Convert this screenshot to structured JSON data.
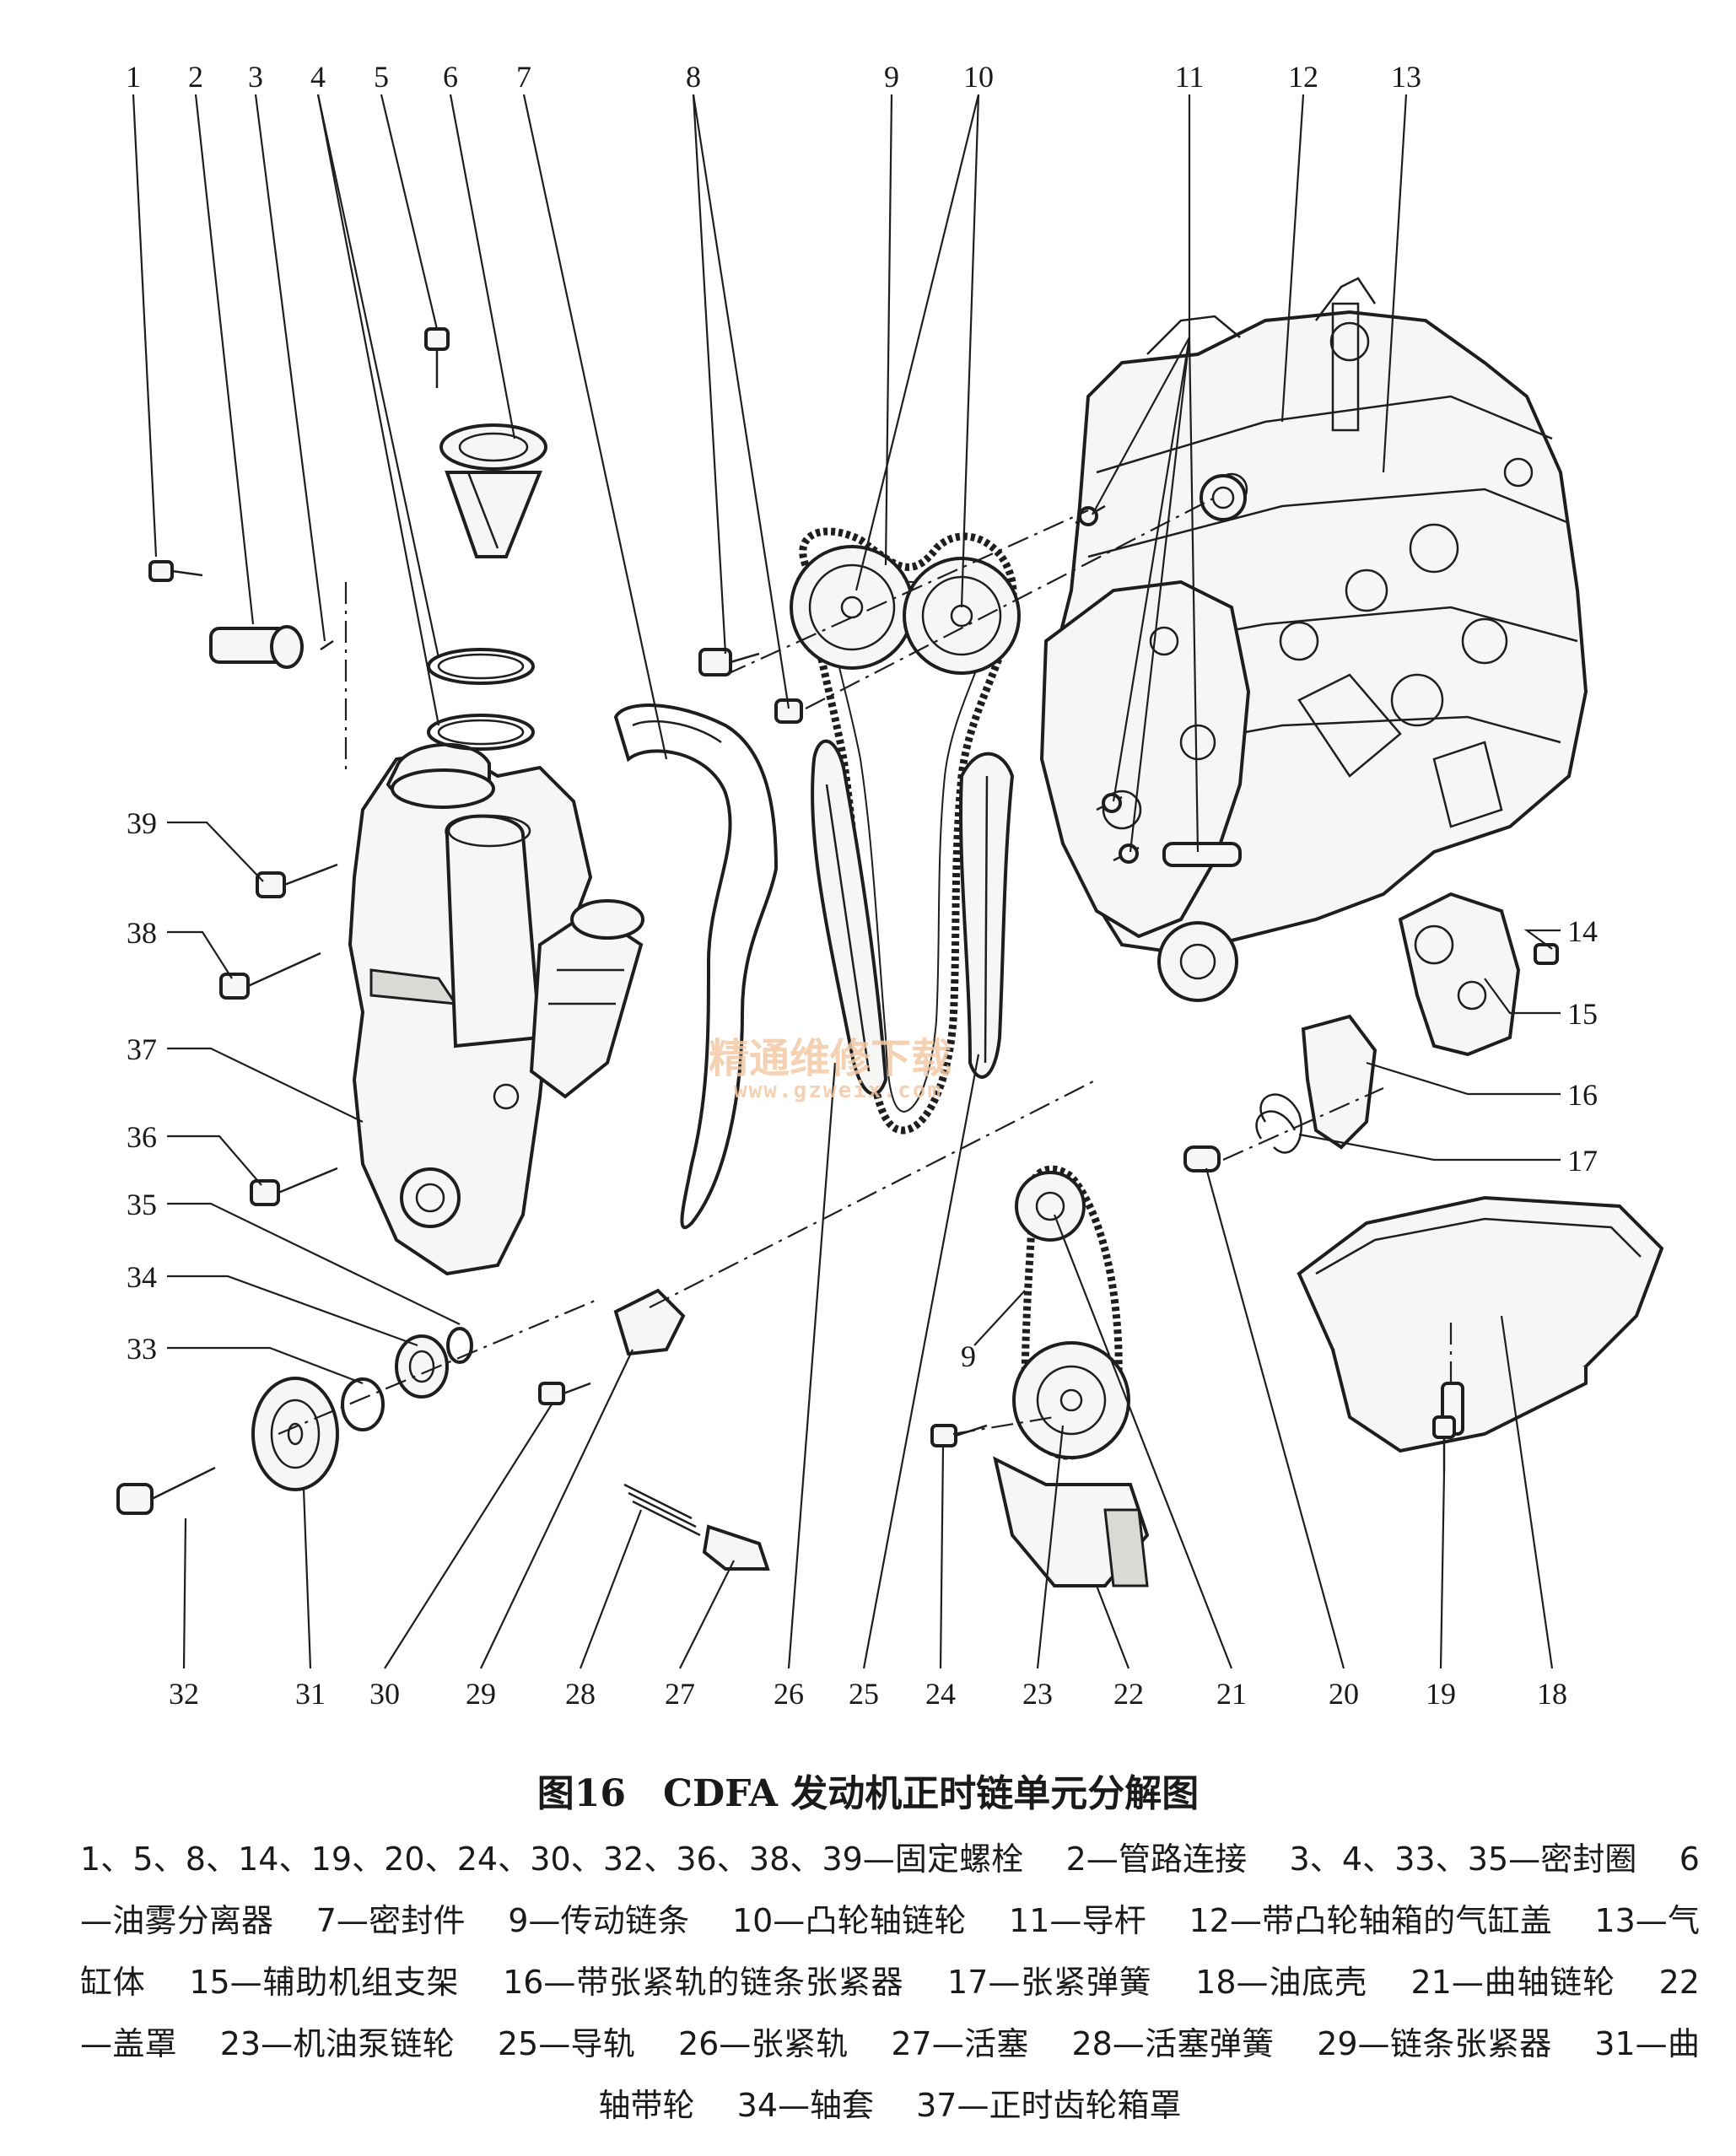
{
  "figure": {
    "title": "图16　CDFA 发动机正时链单元分解图",
    "legend": [
      "1、5、8、14、19、20、24、30、32、36、38、39—固定螺栓",
      "2—管路连接",
      "3、4、33、35—密封圈",
      "6—油雾分离器",
      "7—密封件",
      "9—传动链条",
      "10—凸轮轴链轮",
      "11—导杆",
      "12—带凸轮轴箱的气缸盖",
      "13—气缸体",
      "15—辅助机组支架",
      "16—带张紧轨的链条张紧器",
      "17—张紧弹簧",
      "18—油底壳",
      "21—曲轴链轮",
      "22—盖罩",
      "23—机油泵链轮",
      "25—导轨",
      "26—张紧轨",
      "27—活塞",
      "28—活塞弹簧",
      "29—链条张紧器",
      "31—曲轴带轮",
      "34—轴套",
      "37—正时齿轮箱罩"
    ]
  },
  "callouts": {
    "top": [
      "1",
      "2",
      "3",
      "4",
      "5",
      "6",
      "7",
      "8",
      "9",
      "10",
      "11",
      "12",
      "13"
    ],
    "left": [
      "39",
      "38",
      "37",
      "36",
      "35",
      "34",
      "33"
    ],
    "right": [
      "14",
      "15",
      "16",
      "17"
    ],
    "bottom": [
      "32",
      "31",
      "30",
      "29",
      "28",
      "27",
      "26",
      "25",
      "24",
      "23",
      "22",
      "21",
      "20",
      "19",
      "18"
    ],
    "chain_inner": "9"
  },
  "watermark": {
    "text": "精通维修下载",
    "url": "www.gzweix.com"
  },
  "colors": {
    "ink": "#1e1e1e",
    "watermark": "#f3c9a6"
  }
}
